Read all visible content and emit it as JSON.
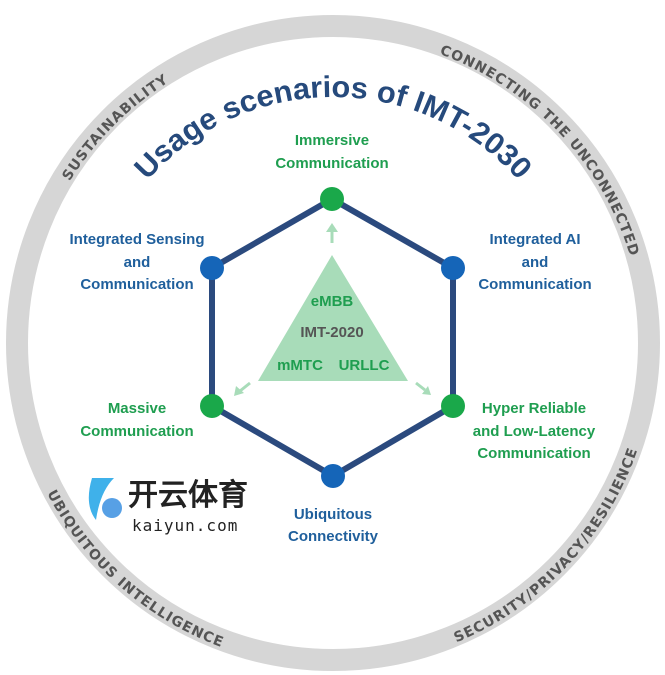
{
  "title": "Usage scenarios of IMT-2030",
  "ring_labels": {
    "sustainability": "SUSTAINABILITY",
    "connecting": "CONNECTING THE UNCONNECTED",
    "intelligence": "UBIQUITOUS INTELLIGENCE",
    "security": "SECURITY/PRIVACY/RESILIENCE"
  },
  "scenarios": {
    "immersive": [
      "Immersive",
      "Communication"
    ],
    "sensing": [
      "Integrated Sensing",
      "and",
      "Communication"
    ],
    "ai": [
      "Integrated AI",
      "and",
      "Communication"
    ],
    "massive": [
      "Massive",
      "Communication"
    ],
    "hrllc": [
      "Hyper Reliable",
      "and Low-Latency",
      "Communication"
    ],
    "ubiquitous": [
      "Ubiquitous",
      "Connectivity"
    ]
  },
  "imt2020": {
    "label": "IMT-2020",
    "embb": "eMBB",
    "mmtc": "mMTC",
    "urllc": "URLLC"
  },
  "watermark": {
    "chinese": "开云体育",
    "domain": "kaiyun.com"
  },
  "colors": {
    "navy": "#2b4a7e",
    "blue_node": "#1565b8",
    "green_node": "#1aa84a",
    "triangle": "#a8dcb9",
    "ring": "#d6d6d6"
  }
}
